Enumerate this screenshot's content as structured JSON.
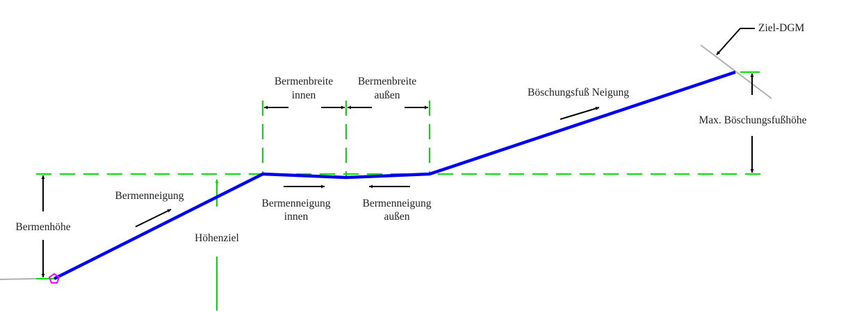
{
  "labels": {
    "bermenhoehe": "Bermenhöhe",
    "bermenneigung": "Bermenneigung",
    "hoehenziel": "Höhenziel",
    "bermenbreite_innen_1": "Bermenbreite",
    "bermenbreite_innen_2": "innen",
    "bermenbreite_aussen_1": "Bermenbreite",
    "bermenbreite_aussen_2": "außen",
    "bermenneigung_innen_1": "Bermenneigung",
    "bermenneigung_innen_2": "innen",
    "bermenneigung_aussen_1": "Bermenneigung",
    "bermenneigung_aussen_2": "außen",
    "boeschungsfuss_neigung": "Böschungsfuß Neigung",
    "max_boeschungsfusshoehe": "Max. Böschungsfußhöhe",
    "ziel_dgm": "Ziel-DGM"
  },
  "colors": {
    "profile": "#0000ee",
    "guides": "#00e000",
    "surface": "#b0b0b0",
    "marker": "#ff00ff",
    "arrows": "#000000"
  }
}
